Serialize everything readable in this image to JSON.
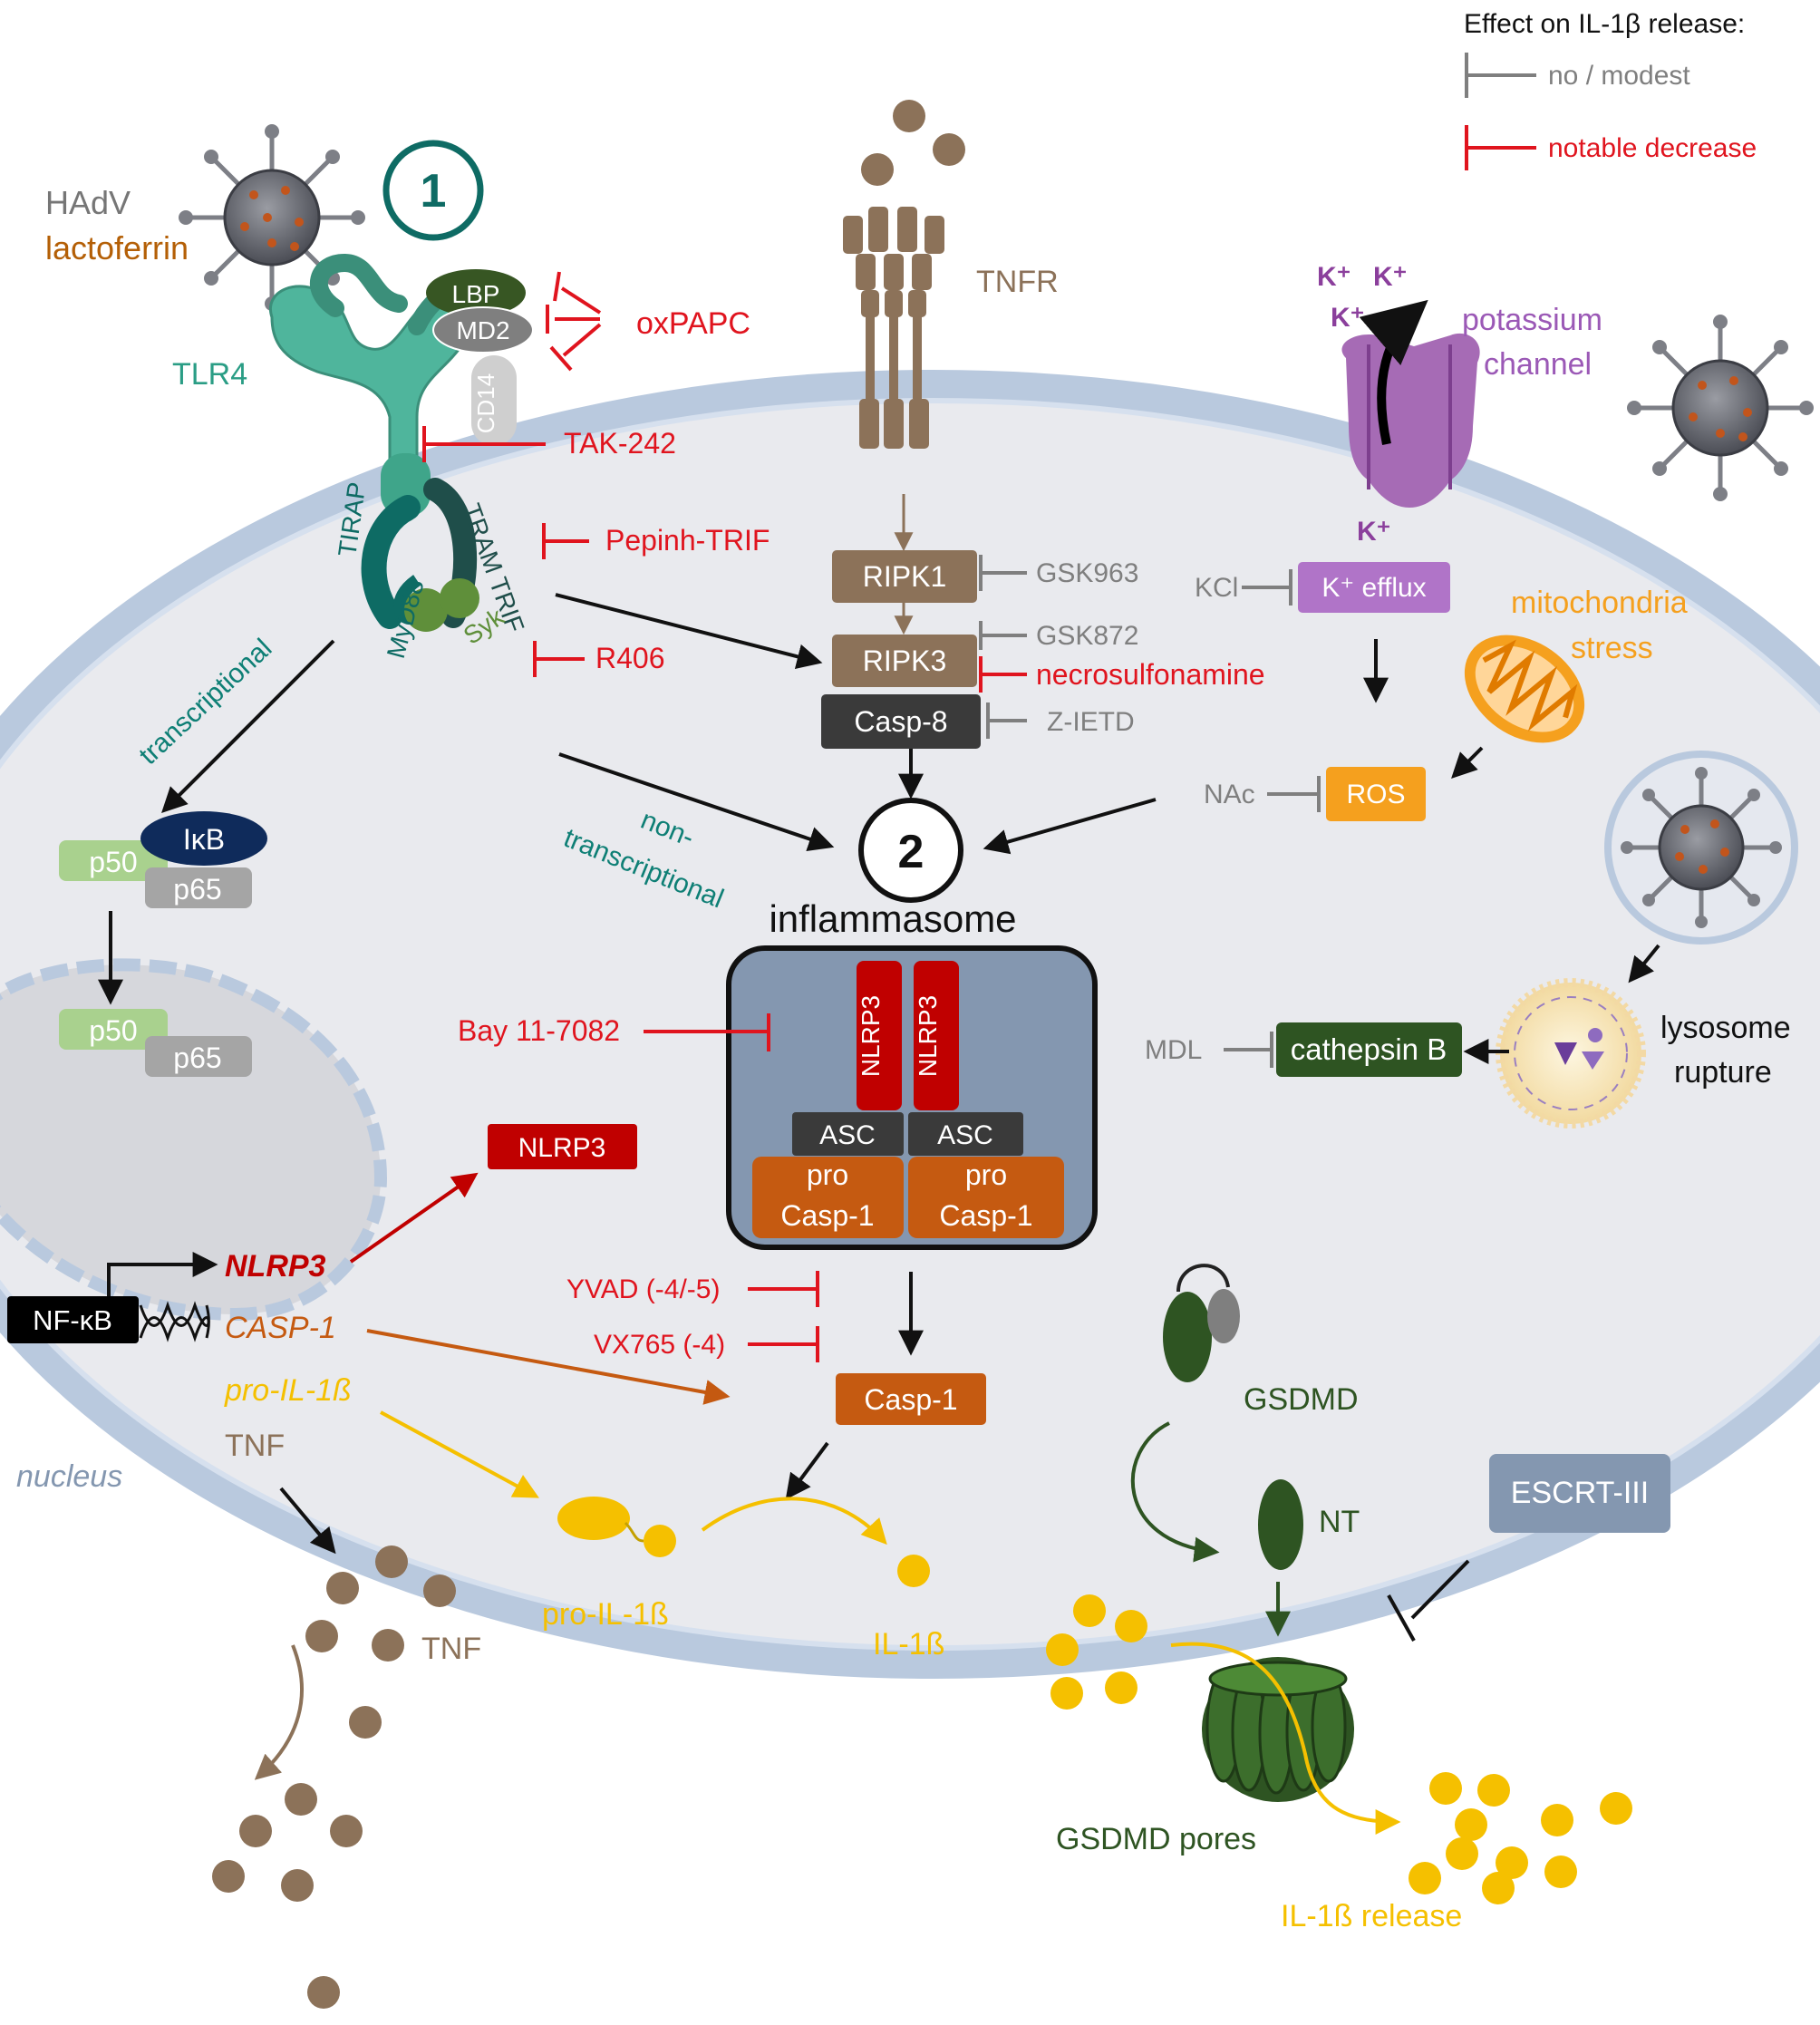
{
  "legend": {
    "title": "Effect on IL-1β release:",
    "no_modest": "no / modest",
    "notable": "notable decrease"
  },
  "markers": {
    "step1": "1",
    "step2": "2"
  },
  "stimuli": {
    "hadv": "HAdV",
    "lactoferrin": "lactoferrin"
  },
  "receptors": {
    "tlr4": "TLR4",
    "lbp": "LBP",
    "md2": "MD2",
    "cd14": "CD14",
    "tram_trif": "TRAM TRIF",
    "tirap": "TIRAP",
    "myd88": "MyD88",
    "syk": "Syk",
    "tnfr": "TNFR"
  },
  "potassium": {
    "k1": "K⁺",
    "k2": "K⁺",
    "k3": "K⁺",
    "k_in": "K⁺",
    "channel_line1": "potassium",
    "channel_line2": "channel"
  },
  "inhibitors": {
    "oxpapc": "oxPAPC",
    "tak242": "TAK-242",
    "pepinh": "Pepinh-TRIF",
    "r406": "R406",
    "gsk963": "GSK963",
    "gsk872": "GSK872",
    "necro": "necrosulfonamine",
    "zietd": "Z-IETD",
    "kcl": "KCl",
    "nac": "NAc",
    "mdl": "MDL",
    "bay": "Bay 11-7082",
    "yvad": "YVAD (-4/-5)",
    "vx765": "VX765 (-4)"
  },
  "nodes": {
    "ripk1": "RIPK1",
    "ripk3": "RIPK3",
    "casp8": "Casp-8",
    "k_efflux": "K⁺ efflux",
    "ros": "ROS",
    "cathepsin": "cathepsin B",
    "casp1": "Casp-1",
    "escrt": "ESCRT-III",
    "nlrp3_free": "NLRP3"
  },
  "labels": {
    "mito_line1": "mitochondria",
    "mito_line2": "stress",
    "lyso_line1": "lysosome",
    "lyso_line2": "rupture",
    "transcriptional": "transcriptional",
    "non_line1": "non-",
    "non_line2": "transcriptional",
    "inflammasome": "inflammasome",
    "nucleus": "nucleus",
    "nfkb": "NF-κB",
    "gene_nlrp3": "NLRP3",
    "gene_casp1": "CASP-1",
    "gene_proil": "pro-IL-1ß",
    "gene_tnf": "TNF",
    "tnf_out": "TNF",
    "pro_il1b": "pro-IL-1ß",
    "il1b": "IL-1ß",
    "gsdmd": "GSDMD",
    "nt": "NT",
    "gsdmd_pores": "GSDMD pores",
    "il1b_release": "IL-1ß release"
  },
  "nfkb_complex": {
    "p50": "p50",
    "p65": "p65",
    "ikb": "IκB"
  },
  "inflammasome": {
    "nlrp3_a": "NLRP3",
    "nlrp3_b": "NLRP3",
    "asc_a": "ASC",
    "asc_b": "ASC",
    "pro_a": "pro",
    "casp_a": "Casp-1",
    "pro_b": "pro",
    "casp_b": "Casp-1"
  },
  "colors": {
    "red": "#e0141e",
    "gray": "#7f7f7f",
    "brown": "#8c7259",
    "teal": "#0e7f75",
    "tlr_green": "#4fb59c",
    "purple": "#8b3f9c",
    "orange": "#f5a01e",
    "yellow": "#f5c000",
    "dark_green": "#2e5422",
    "casp_orange": "#c45911"
  }
}
